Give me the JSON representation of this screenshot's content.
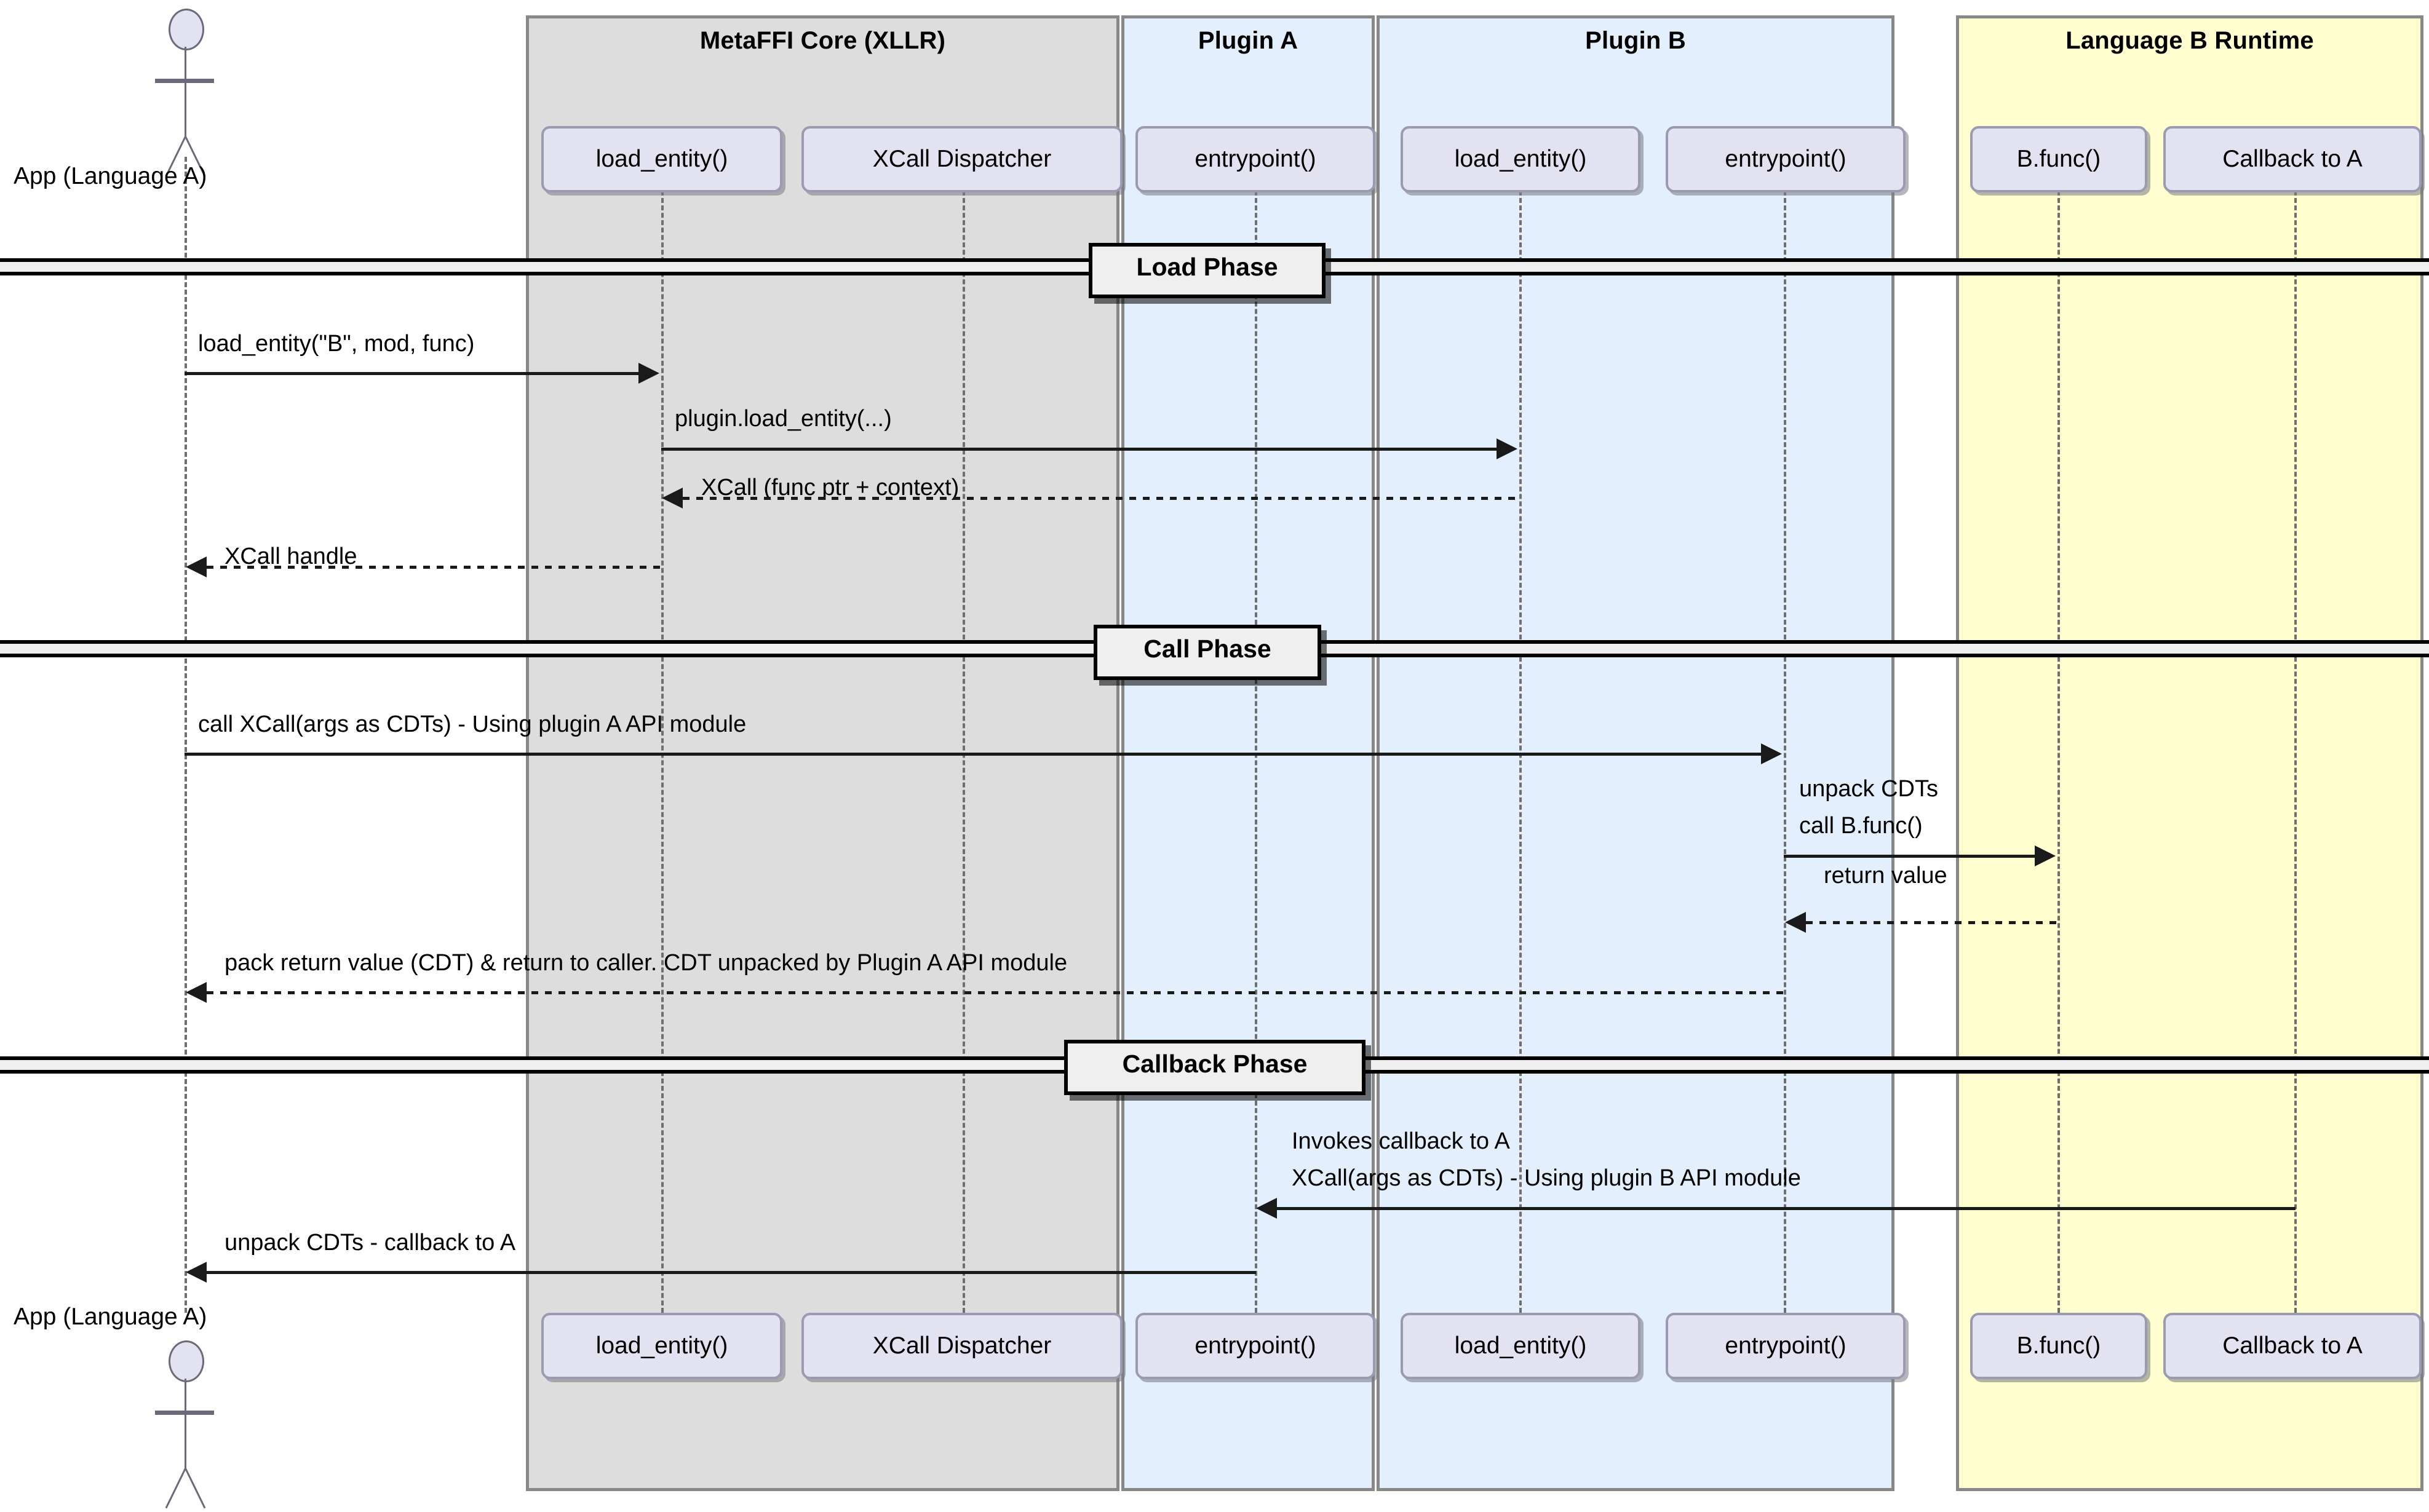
{
  "diagram": {
    "type": "uml-sequence-diagram",
    "title": "MetaFFI cross-language call sequence"
  },
  "actor": {
    "name": "App (Language A)",
    "top_label": "App (Language A)",
    "bottom_label": "App (Language A)"
  },
  "groups": [
    {
      "id": "metaffi-core",
      "title": "MetaFFI Core (XLLR)",
      "color": "#DDDDDD",
      "border": "#888888"
    },
    {
      "id": "plugin-a",
      "title": "Plugin A",
      "color": "#E3EFFD",
      "border": "#888888"
    },
    {
      "id": "plugin-b",
      "title": "Plugin B",
      "color": "#E3EFFD",
      "border": "#888888"
    },
    {
      "id": "language-b-runtime",
      "title": "Language B Runtime",
      "color": "#FEFECE",
      "border": "#888888"
    }
  ],
  "participants": [
    {
      "id": "core-load-entity",
      "label": "load_entity()",
      "group": "metaffi-core"
    },
    {
      "id": "xcall-dispatcher",
      "label": "XCall Dispatcher",
      "group": "metaffi-core"
    },
    {
      "id": "plugin-a-entrypoint",
      "label": "entrypoint()",
      "group": "plugin-a"
    },
    {
      "id": "plugin-b-load-entity",
      "label": "load_entity()",
      "group": "plugin-b"
    },
    {
      "id": "plugin-b-entrypoint",
      "label": "entrypoint()",
      "group": "plugin-b"
    },
    {
      "id": "b-func",
      "label": "B.func()",
      "group": "language-b-runtime"
    },
    {
      "id": "callback-to-a",
      "label": "Callback to A",
      "group": "language-b-runtime"
    }
  ],
  "phases": [
    {
      "id": "load-phase",
      "label": "Load Phase"
    },
    {
      "id": "call-phase",
      "label": "Call Phase"
    },
    {
      "id": "callback-phase",
      "label": "Callback Phase"
    }
  ],
  "messages": [
    {
      "id": "m1",
      "phase": "load-phase",
      "from": "App (Language A)",
      "to": "load_entity()",
      "label": "load_entity(\"B\", mod, func)",
      "style": "solid",
      "direction": "right"
    },
    {
      "id": "m2",
      "phase": "load-phase",
      "from": "load_entity()",
      "to": "load_entity() (Plugin B)",
      "label": "plugin.load_entity(...)",
      "style": "solid",
      "direction": "right"
    },
    {
      "id": "m3",
      "phase": "load-phase",
      "from": "load_entity() (Plugin B)",
      "to": "load_entity()",
      "label": "XCall (func ptr + context)",
      "style": "dotted",
      "direction": "left"
    },
    {
      "id": "m4",
      "phase": "load-phase",
      "from": "load_entity()",
      "to": "App (Language A)",
      "label": "XCall handle",
      "style": "dotted",
      "direction": "left"
    },
    {
      "id": "m5",
      "phase": "call-phase",
      "from": "App (Language A)",
      "to": "entrypoint() (Plugin B)",
      "label": "call XCall(args as CDTs) - Using plugin A API module",
      "style": "solid",
      "direction": "right"
    },
    {
      "id": "m6",
      "phase": "call-phase",
      "from": "entrypoint() (Plugin B)",
      "to": "B.func()",
      "label": "unpack CDTs\ncall B.func()",
      "label_line1": "unpack CDTs",
      "label_line2": "call B.func()",
      "style": "solid",
      "direction": "right"
    },
    {
      "id": "m7",
      "phase": "call-phase",
      "from": "B.func()",
      "to": "entrypoint() (Plugin B)",
      "label": "return value",
      "style": "dotted",
      "direction": "left"
    },
    {
      "id": "m8",
      "phase": "call-phase",
      "from": "entrypoint() (Plugin B)",
      "to": "App (Language A)",
      "label": "pack return value (CDT) & return to caller. CDT unpacked by Plugin A API module",
      "style": "dotted",
      "direction": "left"
    },
    {
      "id": "m9",
      "phase": "callback-phase",
      "from": "Callback to A",
      "to": "entrypoint() (Plugin A)",
      "label": "Invokes callback to A\nXCall(args as CDTs) - Using plugin B API module",
      "label_line1": "Invokes callback to A",
      "label_line2": "XCall(args as CDTs) - Using plugin B API module",
      "style": "solid",
      "direction": "left"
    },
    {
      "id": "m10",
      "phase": "callback-phase",
      "from": "entrypoint() (Plugin A)",
      "to": "App (Language A)",
      "label": "unpack CDTs - callback to A",
      "style": "solid",
      "direction": "left"
    }
  ],
  "colors": {
    "group_gray": "#DDDDDD",
    "group_blue": "#E3EFFD",
    "group_yellow": "#FEFECE",
    "participant_fill": "#E2E2F0",
    "divider_fill": "#EFEFEF",
    "line": "#1A1A1A"
  }
}
